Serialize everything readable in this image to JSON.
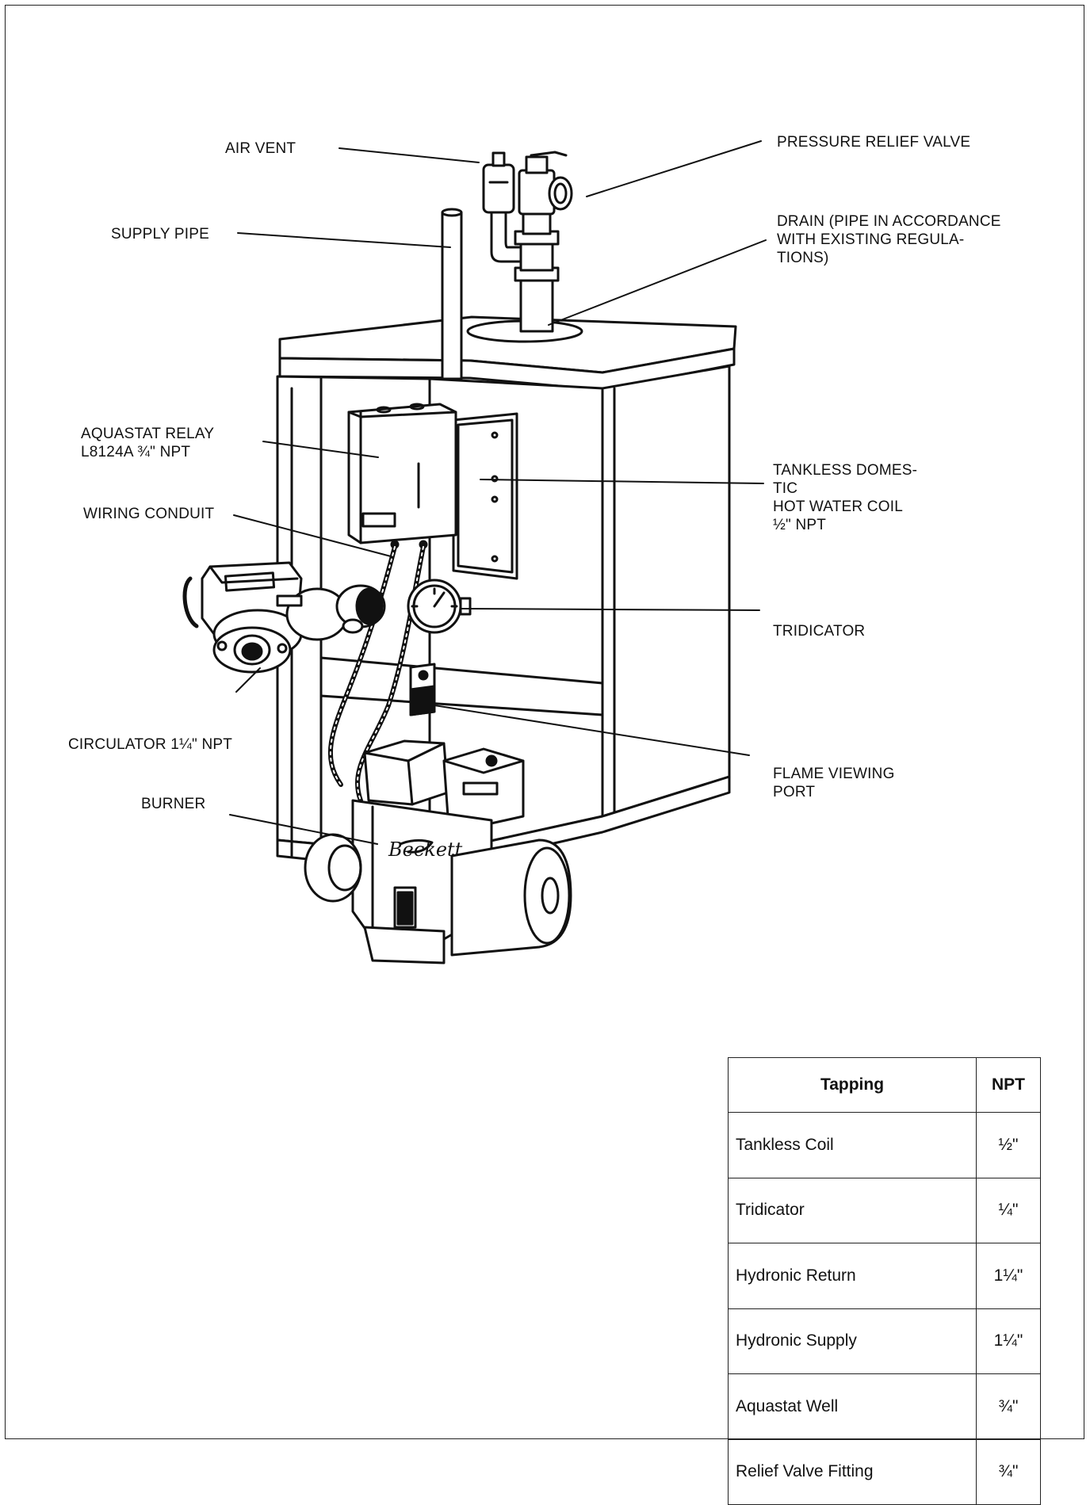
{
  "labels": {
    "air_vent": "AIR VENT",
    "pressure_relief_valve": "PRESSURE RELIEF VALVE",
    "supply_pipe": "SUPPLY PIPE",
    "drain": [
      "DRAIN (PIPE IN ACCORDANCE",
      "WITH EXISTING REGULA-",
      "TIONS)"
    ],
    "aquastat_relay": [
      "AQUASTAT RELAY",
      "L8124A ¾\" NPT"
    ],
    "tankless_coil": [
      "TANKLESS DOMES-",
      "TIC",
      "HOT WATER COIL",
      "½\" NPT"
    ],
    "wiring_conduit": "WIRING CONDUIT",
    "tridicator": "TRIDICATOR",
    "circulator": "CIRCULATOR 1¼\" NPT",
    "flame_viewing_port": [
      "FLAME VIEWING",
      "PORT"
    ],
    "burner": "BURNER"
  },
  "burner_brand": "Beckett",
  "table": {
    "headers": [
      "Tapping",
      "NPT"
    ],
    "rows": [
      {
        "tapping": "Tankless Coil",
        "npt": "½\""
      },
      {
        "tapping": "Tridicator",
        "npt": "¼\""
      },
      {
        "tapping": "Hydronic Return",
        "npt": "1¼\""
      },
      {
        "tapping": "Hydronic Supply",
        "npt": "1¼\""
      },
      {
        "tapping": "Aquastat Well",
        "npt": "¾\""
      },
      {
        "tapping": "Relief Valve Fitting",
        "npt": "¾\""
      }
    ]
  }
}
